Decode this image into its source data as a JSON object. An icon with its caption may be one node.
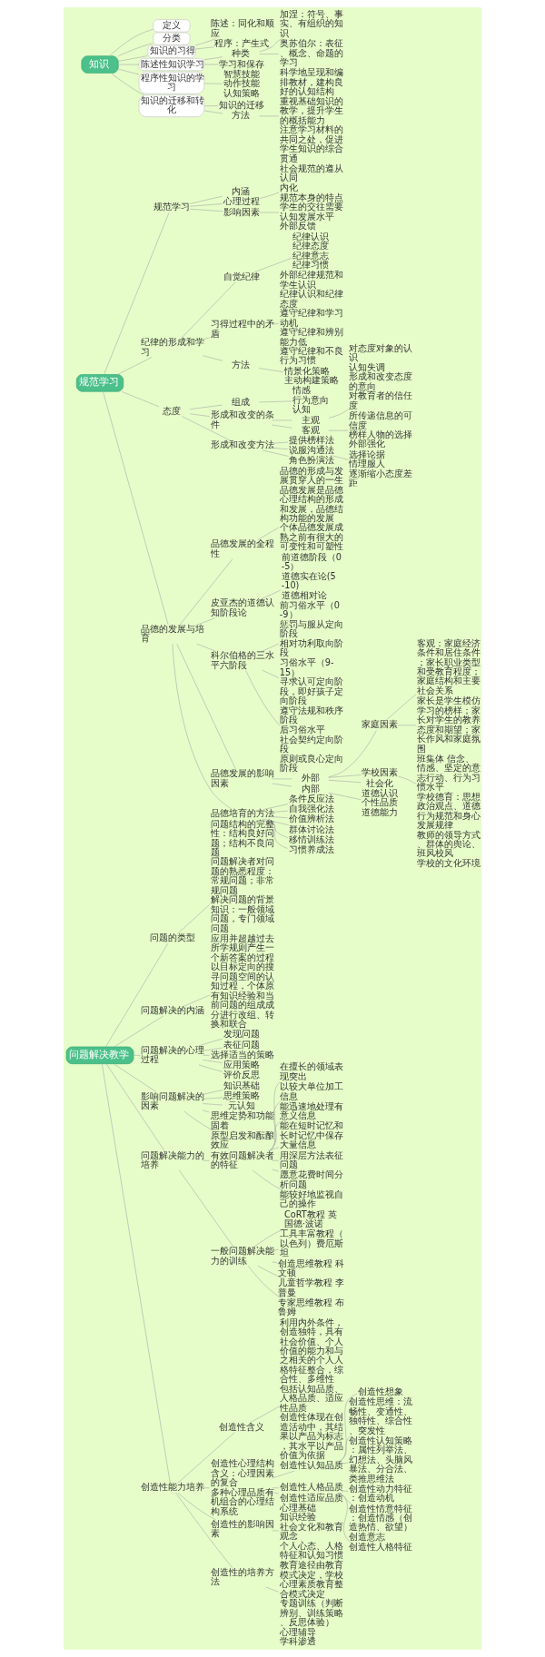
{
  "diagram": {
    "nodes": [
      {
        "text": [
          "知识"
        ]
      },
      {
        "text": [
          "定义"
        ]
      },
      {
        "text": [
          "分类"
        ]
      },
      {
        "text": [
          "知识的习得"
        ]
      },
      {
        "text": [
          "陈述：同化和顺应"
        ]
      },
      {
        "text": [
          "程序：产生式"
        ]
      },
      {
        "text": [
          "陈述性知识学习"
        ]
      },
      {
        "text": [
          "种类"
        ]
      },
      {
        "text": [
          "加涅：符号、事实、有组织的知识"
        ]
      },
      {
        "text": [
          "奥苏伯尔：表征、概念、命题的学习"
        ]
      },
      {
        "text": [
          "学习和保存"
        ]
      },
      {
        "text": [
          "程序性知识的学习"
        ]
      },
      {
        "text": [
          "智慧技能",
          "动作技能",
          "认知策略"
        ]
      },
      {
        "text": [
          "知识的迁移和转化"
        ]
      },
      {
        "text": [
          "知识的迁移"
        ]
      },
      {
        "text": [
          "方法"
        ]
      },
      {
        "text": [
          "科学地呈现和编排教材，建构良好的认知结构",
          "重视基础知识的教学，提升学生的概括能力",
          "注意学习材料的共同之处，促进学生知识的综合贯通"
        ]
      },
      {
        "text": [
          "规范学习"
        ]
      },
      {
        "text": [
          "规范学习"
        ]
      },
      {
        "text": [
          "内涵"
        ]
      },
      {
        "text": [
          "心理过程"
        ]
      },
      {
        "text": [
          "社会规范的遵从",
          "认同",
          "内化"
        ]
      },
      {
        "text": [
          "影响因素"
        ]
      },
      {
        "text": [
          "规范本身的特点",
          "学生的交往需要",
          "认知发展水平",
          "外部反馈"
        ]
      },
      {
        "text": [
          "纪律的形成和学习"
        ]
      },
      {
        "text": [
          "自觉纪律"
        ]
      },
      {
        "text": [
          "纪律认识",
          "纪律态度",
          "纪律意志",
          "纪律习惯"
        ]
      },
      {
        "text": [
          "习得过程中的矛盾"
        ]
      },
      {
        "text": [
          "外部纪律规范和学生认识",
          "纪律认识和纪律态度",
          "遵守纪律和学习动机",
          "遵守纪律和辨别能力低",
          "遵守纪律和不良行为习惯"
        ]
      },
      {
        "text": [
          "方法"
        ]
      },
      {
        "text": [
          "情景化策略",
          "主动构建策略"
        ]
      },
      {
        "text": [
          "态度"
        ]
      },
      {
        "text": [
          "组成"
        ]
      },
      {
        "text": [
          "情感",
          "行为意向",
          "认知"
        ]
      },
      {
        "text": [
          "形成和改变的条件"
        ]
      },
      {
        "text": [
          "主观"
        ]
      },
      {
        "text": [
          "对态度对象的认识",
          "认知失调",
          "形成和改变态度的意向",
          "对教育者的信任度"
        ]
      },
      {
        "text": [
          "客观"
        ]
      },
      {
        "text": [
          "所传递信息的可信度",
          "榜样人物的选择",
          "外部强化"
        ]
      },
      {
        "text": [
          "形成和改变方法"
        ]
      },
      {
        "text": [
          "提供榜样法"
        ]
      },
      {
        "text": [
          "说服沟通法"
        ]
      },
      {
        "text": [
          "选择论据",
          "情理服人",
          "逐渐缩小态度差距"
        ]
      },
      {
        "text": [
          "角色扮演法"
        ]
      },
      {
        "text": [
          "品德的发展与培育"
        ]
      },
      {
        "text": [
          "品德发展的全程性"
        ]
      },
      {
        "text": [
          "品德的形成与发展贯穿人的一生",
          "品德发展是品德心理结构的形成和发展，品德结构功能的发展",
          "个体品德发展成熟之前有很大的可变性和可塑性"
        ]
      },
      {
        "text": [
          "皮亚杰的道德认知阶段论"
        ]
      },
      {
        "text": [
          "前道德阶段（0-5）",
          "道德实在论(5-10)",
          "道德相对论"
        ]
      },
      {
        "text": [
          "科尔伯格的三水平六阶段"
        ]
      },
      {
        "text": [
          "前习俗水平（0-9）",
          "惩罚与服从定向阶段",
          "相对功利取向阶段"
        ]
      },
      {
        "text": [
          "习俗水平（9-15）",
          "寻求认可定向阶段，即好孩子定向阶段",
          "遵守法规和秩序阶段"
        ]
      },
      {
        "text": [
          "后习俗水平",
          "社会契约定向阶段",
          "原则或良心定向阶段"
        ]
      },
      {
        "text": [
          "品德发展的影响因素"
        ]
      },
      {
        "text": [
          "外部"
        ]
      },
      {
        "text": [
          "家庭因素"
        ]
      },
      {
        "text": [
          "客观：家庭经济条件和居住条件；家长职业类型和受教育程度；家庭结构和主要社会关系"
        ]
      },
      {
        "text": [
          "家长是学生模仿学习的榜样；家长对学生的教养态度和期望；家长作风和家庭氛围"
        ]
      },
      {
        "text": [
          "学校因素"
        ]
      },
      {
        "text": [
          "班集体 信念、情感、坚定的意志行动、行为习惯水平",
          "学校德育：思想政治观点、道德行为规范和身心发展规律",
          "教师的领导方式、群体的舆论、班风校风",
          "学校的文化环境"
        ]
      },
      {
        "text": [
          "社会化"
        ]
      },
      {
        "text": [
          "内部"
        ]
      },
      {
        "text": [
          "道德认识",
          "个性品质",
          "道德能力"
        ]
      },
      {
        "text": [
          "品德培育的方法"
        ]
      },
      {
        "text": [
          "条件反应法"
        ]
      },
      {
        "text": [
          "自我强化法"
        ]
      },
      {
        "text": [
          "价值辨析法"
        ]
      },
      {
        "text": [
          "群体讨论法"
        ]
      },
      {
        "text": [
          "移情训练法"
        ]
      },
      {
        "text": [
          "习惯养成法"
        ]
      },
      {
        "text": [
          "问题解决教学"
        ]
      },
      {
        "text": [
          "问题的类型"
        ]
      },
      {
        "text": [
          "问题结构的完整性：结构良好问题；结构不良问题",
          "问题解决者对问题的熟悉程度：常规问题；非常规问题",
          "解决问题的背景知识：一般领域问题，专门领域问题"
        ]
      },
      {
        "text": [
          "问题解决的内涵"
        ]
      },
      {
        "text": [
          "应用并超越过去所学规则产生一个新答案的过程",
          "以目标定向的搜寻问题空间的认知过程，个体原有知识经验和当前问题的组成成分进行改组、转换和联合"
        ]
      },
      {
        "text": [
          "问题解决的心理过程"
        ]
      },
      {
        "text": [
          "发现问题"
        ]
      },
      {
        "text": [
          "表征问题"
        ]
      },
      {
        "text": [
          "选择适当的策略"
        ]
      },
      {
        "text": [
          "应用策略"
        ]
      },
      {
        "text": [
          "评价反思"
        ]
      },
      {
        "text": [
          "影响问题解决的因素"
        ]
      },
      {
        "text": [
          "知识基础"
        ]
      },
      {
        "text": [
          "思维策略"
        ]
      },
      {
        "text": [
          "元认知"
        ]
      },
      {
        "text": [
          "思维定势和功能固着"
        ]
      },
      {
        "text": [
          "原型启发和酝酿效应"
        ]
      },
      {
        "text": [
          "问题解决能力的培养"
        ]
      },
      {
        "text": [
          "有效问题解决者的特征"
        ]
      },
      {
        "text": [
          "在擅长的领域表现突出"
        ]
      },
      {
        "text": [
          "以较大单位加工信息"
        ]
      },
      {
        "text": [
          "能迅速地处理有意义信息"
        ]
      },
      {
        "text": [
          "能在短时记忆和长时记忆中保存大量信息"
        ]
      },
      {
        "text": [
          "用深层方法表征问题"
        ]
      },
      {
        "text": [
          "愿意花费时间分析问题"
        ]
      },
      {
        "text": [
          "能较好地监视自己的操作"
        ]
      },
      {
        "text": [
          "一般问题解决能力的训练"
        ]
      },
      {
        "text": [
          "CoRT教程 英国德·波诺"
        ]
      },
      {
        "text": [
          "工具丰富教程（以色列）费厄斯坦"
        ]
      },
      {
        "text": [
          "创造思维教程 科文顿"
        ]
      },
      {
        "text": [
          "儿童哲学教程 李普曼"
        ]
      },
      {
        "text": [
          "专家思维教程 布鲁姆"
        ]
      },
      {
        "text": [
          "创造性能力培养"
        ]
      },
      {
        "text": [
          "创造性含义"
        ]
      },
      {
        "text": [
          "利用内外条件，创造独特，具有社会价值、个人价值的能力和与之相关的个人人格特征整合，综合性、多维性",
          "包括认知品质、人格品质、适应性品质",
          "创造性体现在创造活动中，其结果以产品为标志，其水平以产品价值为依据"
        ]
      },
      {
        "text": [
          "创造性心理结构",
          "含义：心理因素的复合",
          "多种心理品质有机组合的心理结构系统"
        ]
      },
      {
        "text": [
          "创造性认知品质"
        ]
      },
      {
        "text": [
          "创造性想象"
        ]
      },
      {
        "text": [
          "创造性思维：流畅性、变通性、独特性、综合性、突发性"
        ]
      },
      {
        "text": [
          "创造性认知策略：属性列举法、幻想法、头脑风暴法、分合法、类推思维法"
        ]
      },
      {
        "text": [
          "创造性人格品质"
        ]
      },
      {
        "text": [
          "创造性动力特征：创造动机"
        ]
      },
      {
        "text": [
          "创造性情意特征：创造情感（创造热情、欲望）创造意志"
        ]
      },
      {
        "text": [
          "创造性人格特征"
        ]
      },
      {
        "text": [
          "创造性适应品质"
        ]
      },
      {
        "text": [
          "创造性的影响因素"
        ]
      },
      {
        "text": [
          "心理基础",
          "知识经验",
          "社会文化和教育观念",
          "个人心态、人格特征和认知习惯"
        ]
      },
      {
        "text": [
          "创造性的培养方法"
        ]
      },
      {
        "text": [
          "教育途径由教育模式决定，学校心理素质教育整合模式决定",
          "专题训练（判断辨别、训练策略、反思体验）",
          "心理辅导",
          "学科渗透"
        ]
      }
    ],
    "edges": [
      {
        "from": 0,
        "to": 1,
        "arrow": "none"
      },
      {
        "from": 0,
        "to": 2,
        "arrow": "none"
      },
      {
        "from": 0,
        "to": 3,
        "arrow": "none"
      },
      {
        "from": 3,
        "to": 4,
        "arrow": "none"
      },
      {
        "from": 3,
        "to": 5,
        "arrow": "none"
      },
      {
        "from": 0,
        "to": 6,
        "arrow": "none"
      },
      {
        "from": 6,
        "to": 7,
        "arrow": "none"
      },
      {
        "from": 7,
        "to": 8,
        "arrow": "none"
      },
      {
        "from": 7,
        "to": 9,
        "arrow": "none"
      },
      {
        "from": 6,
        "to": 10,
        "arrow": "none"
      },
      {
        "from": 0,
        "to": 11,
        "arrow": "none"
      },
      {
        "from": 11,
        "to": 12,
        "arrow": "none"
      },
      {
        "from": 0,
        "to": 13,
        "arrow": "none"
      },
      {
        "from": 13,
        "to": 14,
        "arrow": "none"
      },
      {
        "from": 13,
        "to": 15,
        "arrow": "none"
      },
      {
        "from": 15,
        "to": 16,
        "arrow": "none"
      },
      {
        "from": 17,
        "to": 18,
        "arrow": "none"
      },
      {
        "from": 18,
        "to": 19,
        "arrow": "none"
      },
      {
        "from": 18,
        "to": 20,
        "arrow": "none"
      },
      {
        "from": 20,
        "to": 21,
        "arrow": "none"
      },
      {
        "from": 18,
        "to": 22,
        "arrow": "none"
      },
      {
        "from": 22,
        "to": 23,
        "arrow": "none"
      },
      {
        "from": 17,
        "to": 24,
        "arrow": "none"
      },
      {
        "from": 24,
        "to": 25,
        "arrow": "none"
      },
      {
        "from": 25,
        "to": 26,
        "arrow": "none"
      },
      {
        "from": 24,
        "to": 27,
        "arrow": "none"
      },
      {
        "from": 27,
        "to": 28,
        "arrow": "none"
      },
      {
        "from": 24,
        "to": 29,
        "arrow": "none"
      },
      {
        "from": 29,
        "to": 30,
        "arrow": "none"
      },
      {
        "from": 17,
        "to": 31,
        "arrow": "none"
      },
      {
        "from": 31,
        "to": 32,
        "arrow": "none"
      },
      {
        "from": 32,
        "to": 33,
        "arrow": "none"
      },
      {
        "from": 31,
        "to": 34,
        "arrow": "none"
      },
      {
        "from": 34,
        "to": 35,
        "arrow": "none"
      },
      {
        "from": 35,
        "to": 36,
        "arrow": "none"
      },
      {
        "from": 34,
        "to": 37,
        "arrow": "none"
      },
      {
        "from": 37,
        "to": 38,
        "arrow": "none"
      },
      {
        "from": 31,
        "to": 39,
        "arrow": "none"
      },
      {
        "from": 39,
        "to": 40,
        "arrow": "none"
      },
      {
        "from": 39,
        "to": 41,
        "arrow": "none"
      },
      {
        "from": 41,
        "to": 42,
        "arrow": "none"
      },
      {
        "from": 39,
        "to": 43,
        "arrow": "none"
      },
      {
        "from": 17,
        "to": 44,
        "arrow": "none"
      },
      {
        "from": 44,
        "to": 45,
        "arrow": "none"
      },
      {
        "from": 45,
        "to": 46,
        "arrow": "none"
      },
      {
        "from": 44,
        "to": 47,
        "arrow": "none"
      },
      {
        "from": 47,
        "to": 48,
        "arrow": "none"
      },
      {
        "from": 44,
        "to": 49,
        "arrow": "none"
      },
      {
        "from": 49,
        "to": 50,
        "arrow": "none"
      },
      {
        "from": 49,
        "to": 51,
        "arrow": "none"
      },
      {
        "from": 49,
        "to": 52,
        "arrow": "none"
      },
      {
        "from": 44,
        "to": 53,
        "arrow": "none"
      },
      {
        "from": 53,
        "to": 54,
        "arrow": "none"
      },
      {
        "from": 54,
        "to": 55,
        "arrow": "none"
      },
      {
        "from": 55,
        "to": 56,
        "arrow": "none"
      },
      {
        "from": 55,
        "to": 57,
        "arrow": "none"
      },
      {
        "from": 54,
        "to": 58,
        "arrow": "none"
      },
      {
        "from": 58,
        "to": 59,
        "arrow": "none"
      },
      {
        "from": 54,
        "to": 60,
        "arrow": "none"
      },
      {
        "from": 53,
        "to": 61,
        "arrow": "none"
      },
      {
        "from": 61,
        "to": 62,
        "arrow": "none"
      },
      {
        "from": 44,
        "to": 63,
        "arrow": "none"
      },
      {
        "from": 63,
        "to": 64,
        "arrow": "none"
      },
      {
        "from": 63,
        "to": 65,
        "arrow": "none"
      },
      {
        "from": 63,
        "to": 66,
        "arrow": "none"
      },
      {
        "from": 63,
        "to": 67,
        "arrow": "none"
      },
      {
        "from": 63,
        "to": 68,
        "arrow": "none"
      },
      {
        "from": 63,
        "to": 69,
        "arrow": "none"
      },
      {
        "from": 70,
        "to": 71,
        "arrow": "none"
      },
      {
        "from": 71,
        "to": 72,
        "arrow": "none"
      },
      {
        "from": 70,
        "to": 73,
        "arrow": "none"
      },
      {
        "from": 73,
        "to": 74,
        "arrow": "none"
      },
      {
        "from": 70,
        "to": 75,
        "arrow": "none"
      },
      {
        "from": 75,
        "to": 76,
        "arrow": "none"
      },
      {
        "from": 75,
        "to": 77,
        "arrow": "none"
      },
      {
        "from": 75,
        "to": 78,
        "arrow": "none"
      },
      {
        "from": 75,
        "to": 79,
        "arrow": "none"
      },
      {
        "from": 75,
        "to": 80,
        "arrow": "none"
      },
      {
        "from": 70,
        "to": 81,
        "arrow": "none"
      },
      {
        "from": 81,
        "to": 82,
        "arrow": "none"
      },
      {
        "from": 81,
        "to": 83,
        "arrow": "none"
      },
      {
        "from": 81,
        "to": 84,
        "arrow": "none"
      },
      {
        "from": 81,
        "to": 85,
        "arrow": "none"
      },
      {
        "from": 81,
        "to": 86,
        "arrow": "none"
      },
      {
        "from": 70,
        "to": 87,
        "arrow": "none"
      },
      {
        "from": 87,
        "to": 88,
        "arrow": "none"
      },
      {
        "from": 88,
        "to": 89,
        "arrow": "none"
      },
      {
        "from": 88,
        "to": 90,
        "arrow": "none"
      },
      {
        "from": 88,
        "to": 91,
        "arrow": "none"
      },
      {
        "from": 88,
        "to": 92,
        "arrow": "none"
      },
      {
        "from": 88,
        "to": 93,
        "arrow": "none"
      },
      {
        "from": 88,
        "to": 94,
        "arrow": "none"
      },
      {
        "from": 88,
        "to": 95,
        "arrow": "none"
      },
      {
        "from": 87,
        "to": 96,
        "arrow": "none"
      },
      {
        "from": 96,
        "to": 97,
        "arrow": "none"
      },
      {
        "from": 96,
        "to": 98,
        "arrow": "none"
      },
      {
        "from": 96,
        "to": 99,
        "arrow": "none"
      },
      {
        "from": 96,
        "to": 100,
        "arrow": "none"
      },
      {
        "from": 96,
        "to": 101,
        "arrow": "none"
      },
      {
        "from": 70,
        "to": 102,
        "arrow": "none"
      },
      {
        "from": 102,
        "to": 103,
        "arrow": "none"
      },
      {
        "from": 103,
        "to": 104,
        "arrow": "none"
      },
      {
        "from": 102,
        "to": 105,
        "arrow": "none"
      },
      {
        "from": 105,
        "to": 106,
        "arrow": "none"
      },
      {
        "from": 106,
        "to": 107,
        "arrow": "none"
      },
      {
        "from": 106,
        "to": 108,
        "arrow": "none"
      },
      {
        "from": 106,
        "to": 109,
        "arrow": "none"
      },
      {
        "from": 105,
        "to": 110,
        "arrow": "none"
      },
      {
        "from": 110,
        "to": 111,
        "arrow": "none"
      },
      {
        "from": 110,
        "to": 112,
        "arrow": "none"
      },
      {
        "from": 110,
        "to": 113,
        "arrow": "none"
      },
      {
        "from": 105,
        "to": 114,
        "arrow": "none"
      },
      {
        "from": 102,
        "to": 115,
        "arrow": "none"
      },
      {
        "from": 115,
        "to": 116,
        "arrow": "none"
      },
      {
        "from": 102,
        "to": 117,
        "arrow": "none"
      },
      {
        "from": 117,
        "to": 118,
        "arrow": "none"
      }
    ]
  }
}
